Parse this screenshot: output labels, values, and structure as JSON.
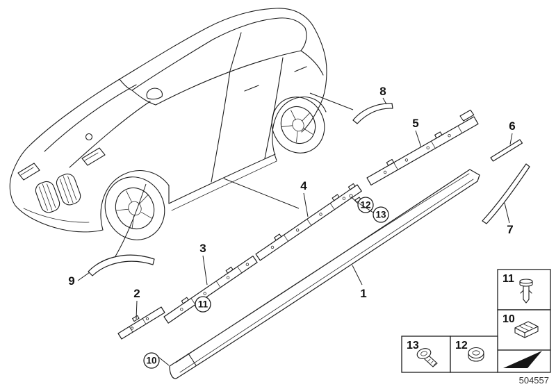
{
  "colors": {
    "ink": "#1c1c1c",
    "background": "#ffffff"
  },
  "doc_number": "504557",
  "callouts": {
    "1": "1",
    "2": "2",
    "3": "3",
    "4": "4",
    "5": "5",
    "6": "6",
    "7": "7",
    "8": "8",
    "9": "9",
    "10": "10",
    "11": "11",
    "12": "12",
    "13": "13"
  },
  "legend": {
    "rivet": {
      "label": "11",
      "icon": "expansion-rivet-icon"
    },
    "clip": {
      "label": "10",
      "icon": "retaining-clip-icon"
    },
    "screw": {
      "label": "13",
      "icon": "screw-icon"
    },
    "grommet": {
      "label": "12",
      "icon": "grommet-icon"
    },
    "direction": {
      "icon": "direction-arrow-icon"
    }
  }
}
